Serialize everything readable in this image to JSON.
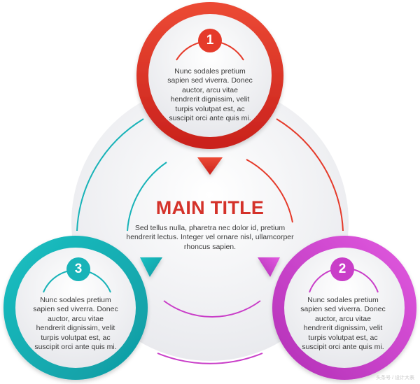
{
  "main": {
    "title": "MAIN TITLE",
    "body": "Sed tellus nulla, pharetra nec dolor id, pretium hendrerit lectus. Integer vel ornare nisl, ullamcorper rhoncus sapien."
  },
  "steps": [
    {
      "number": "1",
      "text": "Nunc sodales pretium sapien sed viverra. Donec auctor, arcu vitae hendrerit dignissim, velit turpis volutpat est, ac suscipit orci ante quis mi.",
      "color": "#e53a2a"
    },
    {
      "number": "2",
      "text": "Nunc sodales pretium sapien sed viverra. Donec auctor, arcu vitae hendrerit dignissim, velit turpis volutpat est, ac suscipit orci ante quis mi.",
      "color": "#c93ec8"
    },
    {
      "number": "3",
      "text": "Nunc sodales pretium sapien sed viverra. Donec auctor, arcu vitae hendrerit dignissim, velit turpis volutpat est, ac suscipit orci ante quis mi.",
      "color": "#18b3b8"
    }
  ],
  "watermark": "头条号 / 设计大表"
}
